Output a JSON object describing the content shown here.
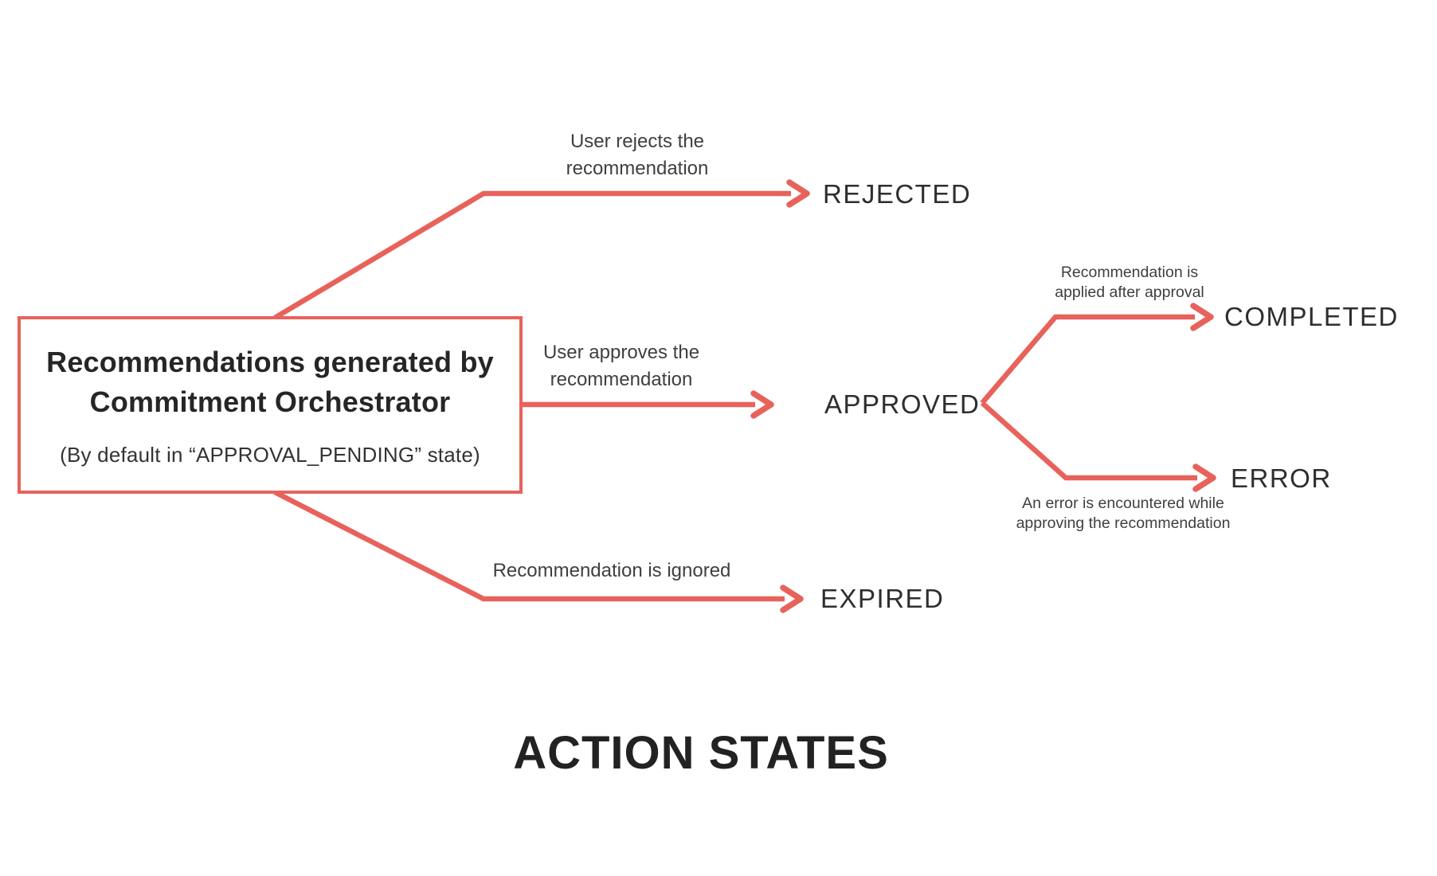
{
  "palette": {
    "accent": "#e8625c",
    "heading_text": "#262626",
    "state_text": "#2e2e2e",
    "caption_text": "#3f3f3f",
    "title_text": "#222222"
  },
  "source": {
    "heading": "Recommendations generated by Commitment Orchestrator",
    "note": "(By default in “APPROVAL_PENDING” state)"
  },
  "states": {
    "rejected": "REJECTED",
    "approved": "APPROVED",
    "completed": "COMPLETED",
    "error": "ERROR",
    "expired": "EXPIRED"
  },
  "transitions": {
    "reject": "User rejects the recommendation",
    "approve": "User approves the recommendation",
    "expire": "Recommendation is ignored",
    "complete": "Recommendation is applied after approval",
    "error": "An error is encountered while approving the recommendation"
  },
  "title": "ACTION STATES"
}
